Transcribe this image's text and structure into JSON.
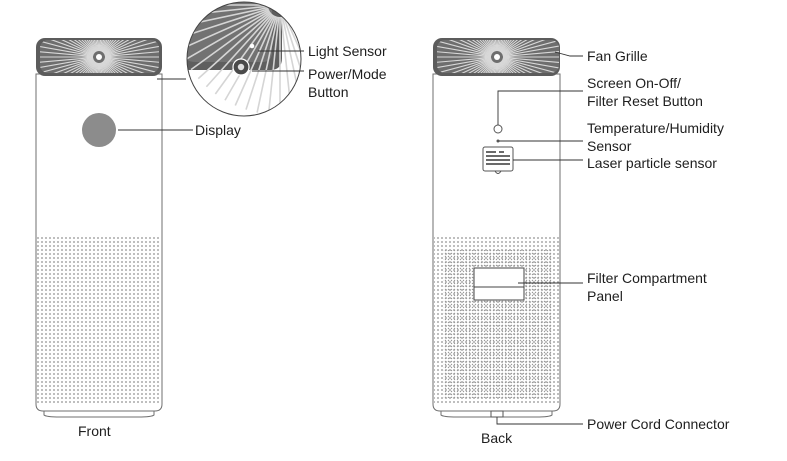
{
  "front": {
    "caption": "Front",
    "labels": {
      "light_sensor": "Light Sensor",
      "power_mode_line1": "Power/Mode",
      "power_mode_line2": "Button",
      "display": "Display"
    }
  },
  "back": {
    "caption": "Back",
    "labels": {
      "fan_grille": "Fan Grille",
      "screen_line1": "Screen On-Off/",
      "screen_line2": "Filter Reset Button",
      "temp_line1": "Temperature/Humidity",
      "temp_line2": "Sensor",
      "laser": "Laser particle sensor",
      "filter_line1": "Filter Compartment",
      "filter_line2": "Panel",
      "power_cord": "Power Cord Connector"
    }
  }
}
